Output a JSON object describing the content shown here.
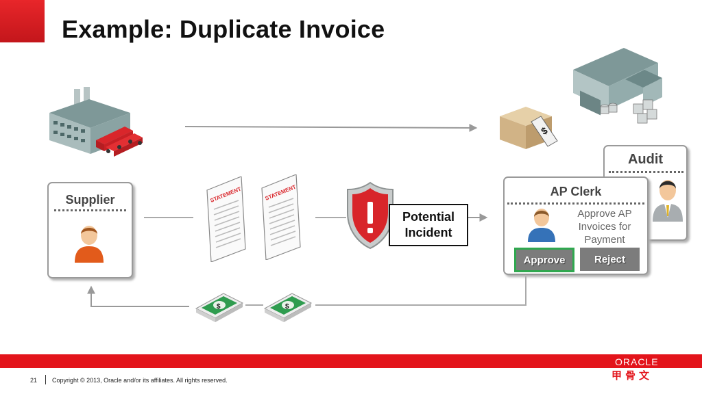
{
  "title": "Example: Duplicate Invoice",
  "supplier": {
    "label": "Supplier"
  },
  "incident": {
    "label": "Potential Incident"
  },
  "ap_clerk": {
    "label": "AP Clerk",
    "task": "Approve AP Invoices for Payment"
  },
  "audit": {
    "label": "Audit"
  },
  "buttons": {
    "approve": "Approve",
    "reject": "Reject"
  },
  "statement_label": "STATEMENT",
  "footer": {
    "page": "21",
    "copyright": "Copyright © 2013, Oracle and/or its affiliates. All rights reserved.",
    "logo": "ORACLE",
    "logo_cn": "甲骨文"
  },
  "colors": {
    "brand_red": "#e3141b",
    "approve_border": "#2fa84f",
    "button_gray": "#7c7c7c"
  }
}
